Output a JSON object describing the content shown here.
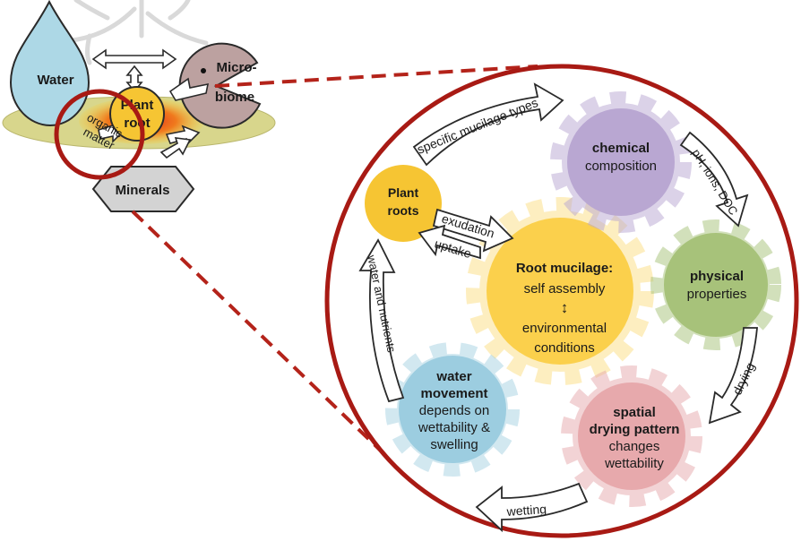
{
  "colors": {
    "ring": "#a81a14",
    "dash": "#b4231a",
    "water_drop": "#add8e6",
    "microbiome": "#bca1a0",
    "minerals": "#d3d3d3",
    "plant_root": "#f6c533",
    "mucilage": "#fbd04c",
    "chemical": "#b9a7d2",
    "physical": "#a7c27a",
    "spatial": "#e7a9ac",
    "water_movement": "#9ccde0",
    "soil_disc": "#d8d68c"
  },
  "icons": [
    "gear-icon",
    "water-drop-icon",
    "hexagon-icon",
    "arrow-icon",
    "double-arrow-icon"
  ],
  "overview": {
    "water": "Water",
    "micro_line1": "Micro-",
    "micro_line2": "biome",
    "plant_line1": "Plant",
    "plant_line2": "root",
    "organic_line1": "organic",
    "organic_line2": "matter",
    "minerals": "Minerals"
  },
  "detail": {
    "plant_roots_line1": "Plant",
    "plant_roots_line2": "roots",
    "specific_mucilage": "specific mucilage types",
    "chemical_line1": "chemical",
    "chemical_line2": "composition",
    "ph_ions": "pH, ions, DOC",
    "physical_line1": "physical",
    "physical_line2": "properties",
    "drying": "drying",
    "spatial_line1": "spatial",
    "spatial_line2": "drying pattern",
    "spatial_line3": "changes",
    "spatial_line4": "wettability",
    "wetting": "wetting",
    "water_mov_line1": "water",
    "water_mov_line2": "movement",
    "water_mov_line3": "depends on",
    "water_mov_line4": "wettability &",
    "water_mov_line5": "swelling",
    "water_nutrients": "water and nutrients",
    "exudation": "exudation",
    "uptake": "uptake",
    "mucilage_line1": "Root mucilage:",
    "mucilage_line2": "self assembly",
    "mucilage_line3": "↕",
    "mucilage_line4": "environmental",
    "mucilage_line5": "conditions"
  }
}
